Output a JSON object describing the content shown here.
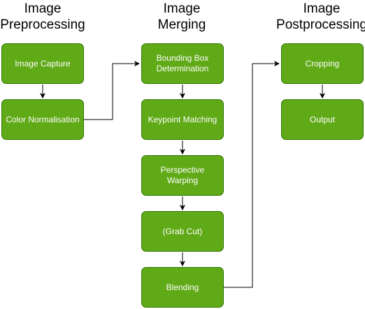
{
  "columns": [
    {
      "title_line1": "Image",
      "title_line2": "Preprocessing"
    },
    {
      "title_line1": "Image",
      "title_line2": "Merging"
    },
    {
      "title_line1": "Image",
      "title_line2": "Postprocessing"
    }
  ],
  "nodes": {
    "image_capture": "Image Capture",
    "color_normalisation": "Color Normalisation",
    "bounding_box": "Bounding Box Determination",
    "keypoint_matching": "Keypoint Matching",
    "perspective_warping": "Perspective Warping",
    "grab_cut": "(Grab Cut)",
    "blending": "Blending",
    "cropping": "Cropping",
    "output": "Output"
  },
  "colors": {
    "node_fill": "#60a917",
    "node_border": "#2d7600",
    "node_text": "#ffffff",
    "connector": "#000000"
  }
}
